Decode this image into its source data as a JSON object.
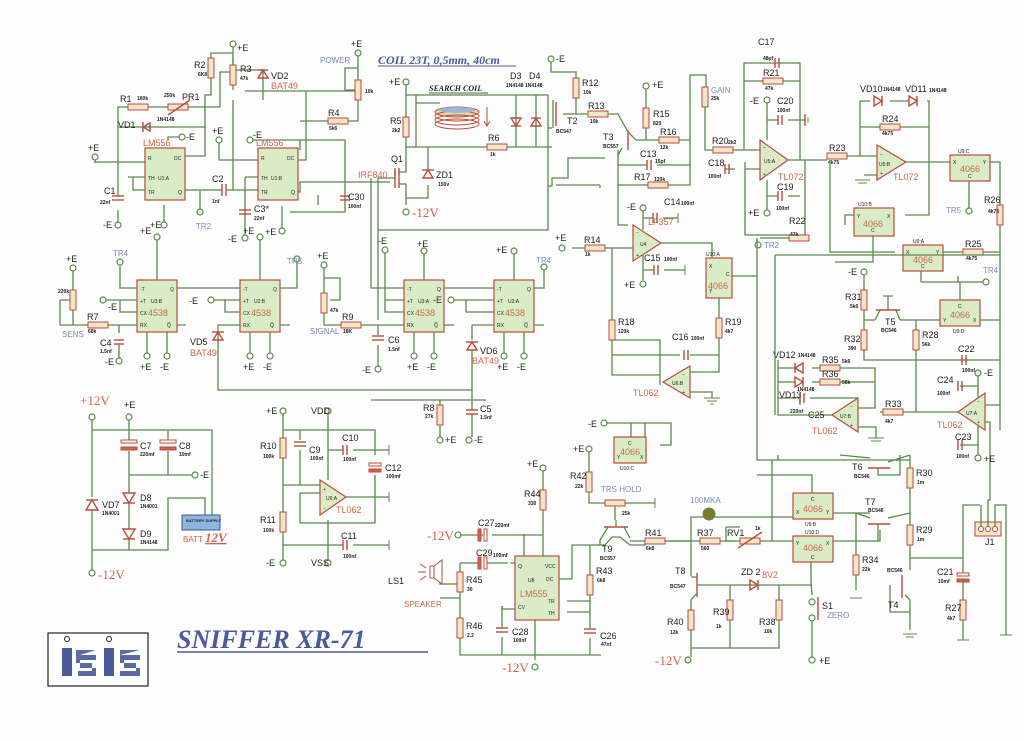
{
  "title": "SNIFFER XR-71",
  "logo_text": "isis",
  "coil_note": "COIL 23T, 0,5mm, 40cm",
  "search_coil": "SEARCH COIL",
  "colors": {
    "wire": "#5a8a4a",
    "component": "#b84c3c",
    "ic_fill": "#d9ecc6",
    "title": "#4a5a9a",
    "supply": "#d4614a",
    "net": "#7b8bb5"
  },
  "supplies": {
    "pos_e": "+E",
    "neg_e": "-E",
    "neg12": "-12V",
    "pos12": "+12V",
    "vdd": "VDD",
    "vss": "VSS",
    "batt": "BATT",
    "batt_v": "12V",
    "battery_text": "BATTERY SUPPLY"
  },
  "nets": {
    "tr2": "TR2",
    "tr4": "TR4",
    "tr5": "TR5",
    "power": "POWER",
    "sens": "SENS",
    "signal": "SIGNAL",
    "gain": "GAIN",
    "trs_hold": "TRS HOLD",
    "speaker": "SPEAKER",
    "zero": "ZERO",
    "meter": "100MKA"
  },
  "ics": {
    "u1a": {
      "ref": "U1:A",
      "part": "LM556"
    },
    "u1b": {
      "ref": "U1:B",
      "part": "LM556"
    },
    "u3b": {
      "ref": "U3:B",
      "part": "4538"
    },
    "u2b": {
      "ref": "U2:B",
      "part": "4538"
    },
    "u3a": {
      "ref": "U3:A",
      "part": "4538"
    },
    "u2a": {
      "ref": "U2:A",
      "part": "4538"
    },
    "u4": {
      "ref": "U4",
      "part": "LF357"
    },
    "u5a": {
      "ref": "U5:A",
      "part": "TL072"
    },
    "u5b": {
      "ref": "U5:B",
      "part": "TL072"
    },
    "u6a": {
      "ref": "U6:A",
      "part": "TL062"
    },
    "u6b": {
      "ref": "U6:B",
      "part": "TL062"
    },
    "u7a": {
      "ref": "U7:A",
      "part": "TL062"
    },
    "u7b": {
      "ref": "U7:B",
      "part": "TL062"
    },
    "u8": {
      "ref": "U8",
      "part": "LM555"
    },
    "u9a": {
      "ref": "U9:A",
      "part": "4066"
    },
    "u9b": {
      "ref": "U9:B",
      "part": "4066"
    },
    "u9c": {
      "ref": "U9:C",
      "part": "4066"
    },
    "u9d": {
      "ref": "U9:D",
      "part": "4066"
    },
    "u10a": {
      "ref": "U10:A",
      "part": "4066"
    },
    "u10b": {
      "ref": "U10:B",
      "part": "4066"
    },
    "u10c": {
      "ref": "U10:C",
      "part": "4066"
    },
    "u10d": {
      "ref": "U10:D",
      "part": "4066"
    }
  },
  "resistors": {
    "r1": [
      "R1",
      "160k"
    ],
    "pr1": [
      "PR1",
      "250k"
    ],
    "r2": [
      "R2",
      "6K8"
    ],
    "r3": [
      "R3",
      "47k"
    ],
    "r4": [
      "R4",
      "5k6"
    ],
    "r5": [
      "R5",
      "2k2"
    ],
    "r6": [
      "R6",
      "1k"
    ],
    "r7": [
      "R7",
      "68k"
    ],
    "r8": [
      "R8",
      "27k"
    ],
    "r9": [
      "R9",
      "18K"
    ],
    "r10": [
      "R10",
      "100k"
    ],
    "r11": [
      "R11",
      "100k"
    ],
    "r12": [
      "R12",
      "10k"
    ],
    "r13": [
      "R13",
      "10k"
    ],
    "r14": [
      "R14",
      "1k"
    ],
    "r15": [
      "R15",
      "820"
    ],
    "r16": [
      "R16",
      "12k"
    ],
    "r17": [
      "R17",
      "120k"
    ],
    "r18": [
      "R18",
      "120k"
    ],
    "r19": [
      "R19",
      "4k7"
    ],
    "r20": [
      "R20",
      "2k2"
    ],
    "r21": [
      "R21",
      "47k"
    ],
    "r22": [
      "R22",
      "47k"
    ],
    "r23": [
      "R23",
      "4k75"
    ],
    "r24": [
      "R24",
      "4k75"
    ],
    "r25": [
      "R25",
      "4k75"
    ],
    "r26": [
      "R26",
      "4k75"
    ],
    "r27": [
      "R27",
      "4k7"
    ],
    "r28": [
      "R28",
      "56k"
    ],
    "r29": [
      "R29",
      "1m"
    ],
    "r30": [
      "R30",
      "1m"
    ],
    "r31": [
      "R31",
      "5k6"
    ],
    "r32": [
      "R32",
      "390"
    ],
    "r33": [
      "R33",
      "4k7"
    ],
    "r34": [
      "R34",
      "22k"
    ],
    "r35": [
      "R35",
      "5k6"
    ],
    "r36": [
      "R36",
      "56k"
    ],
    "r37": [
      "R37",
      "560"
    ],
    "r38": [
      "R38",
      "10k"
    ],
    "r39": [
      "R39",
      "1k"
    ],
    "r40": [
      "R40",
      "12k"
    ],
    "r41": [
      "R41",
      "6k8"
    ],
    "r42": [
      "R42",
      "22k"
    ],
    "r43": [
      "R43",
      "6k8"
    ],
    "r44": [
      "R44",
      "330"
    ],
    "r45": [
      "R45",
      "30"
    ],
    "r46": [
      "R46",
      "2.2"
    ],
    "rv1": [
      "RV1",
      "1k"
    ],
    "pot_power": "10k",
    "pot_sens": "220k",
    "pot_signal": "47k",
    "pot_gain": "25k",
    "pot_trs": "25k"
  },
  "capacitors": {
    "c1": [
      "C1",
      "22nf"
    ],
    "c2": [
      "C2",
      "1nf"
    ],
    "c3": [
      "C3*",
      "22nf"
    ],
    "c4": [
      "C4",
      "1.5nf"
    ],
    "c5": [
      "C5",
      "1.5nf"
    ],
    "c6": [
      "C6",
      "1.5nf"
    ],
    "c7": [
      "C7",
      "220mf"
    ],
    "c8": [
      "C8",
      "10mf"
    ],
    "c9": [
      "C9",
      "100nf"
    ],
    "c10": [
      "C10",
      "100nf"
    ],
    "c11": [
      "C11",
      "100nf"
    ],
    "c12": [
      "C12",
      "100mf"
    ],
    "c13": [
      "C13",
      "15pf"
    ],
    "c14": [
      "C14",
      "100nf"
    ],
    "c15": [
      "C15",
      "100nf"
    ],
    "c16": [
      "C16",
      "100nf"
    ],
    "c17": [
      "C17",
      "48pf"
    ],
    "c18": [
      "C18",
      "100nf"
    ],
    "c19": [
      "C19",
      "100nf"
    ],
    "c20": [
      "C20",
      "100nf"
    ],
    "c21": [
      "C21",
      "10mf"
    ],
    "c22": [
      "C22",
      "100nf"
    ],
    "c23": [
      "C23",
      "100nf"
    ],
    "c24": [
      "C24",
      "100nf"
    ],
    "c25": [
      "C25",
      "220nf"
    ],
    "c26": [
      "C26",
      "47nf"
    ],
    "c27": [
      "C27",
      "220mf"
    ],
    "c28": [
      "C28",
      "100nf"
    ],
    "c29": [
      "C29",
      "100mf"
    ],
    "c30": [
      "C30",
      "100nf"
    ]
  },
  "semis": {
    "vd1": [
      "VD1",
      "1N4148"
    ],
    "vd2": [
      "VD2",
      "BAT49"
    ],
    "vd5": [
      "VD5",
      "BAT49"
    ],
    "vd6": [
      "VD6",
      "BAT49"
    ],
    "vd7": [
      "VD7",
      "1N4001"
    ],
    "d8": [
      "D8",
      "1N4001"
    ],
    "d9": [
      "D9",
      "1N4148"
    ],
    "d3": [
      "D3",
      "1N4148"
    ],
    "d4": [
      "D4",
      "1N4148"
    ],
    "vd10": [
      "VD10",
      "1N4148"
    ],
    "vd11": [
      "VD11",
      "1N4148"
    ],
    "vd12": [
      "VD12",
      "1N4148"
    ],
    "vd13": [
      "VD13",
      "1N4148"
    ],
    "zd1": [
      "ZD1",
      "150v"
    ],
    "zd2": [
      "ZD 2",
      "8V2"
    ],
    "q1": [
      "Q1",
      "IRF840"
    ],
    "t2": [
      "T2",
      "BC547"
    ],
    "t3": [
      "T3",
      "BC557"
    ],
    "t4": [
      "T4",
      "BC546"
    ],
    "t5": [
      "T5",
      "BC546"
    ],
    "t6": [
      "T6",
      "BC546"
    ],
    "t7": [
      "T7",
      "BC546"
    ],
    "t8": [
      "T8",
      "BC547"
    ],
    "t9": [
      "T9",
      "BC557"
    ],
    "s1": "S1",
    "ls1": "LS1",
    "j1": "J1"
  }
}
